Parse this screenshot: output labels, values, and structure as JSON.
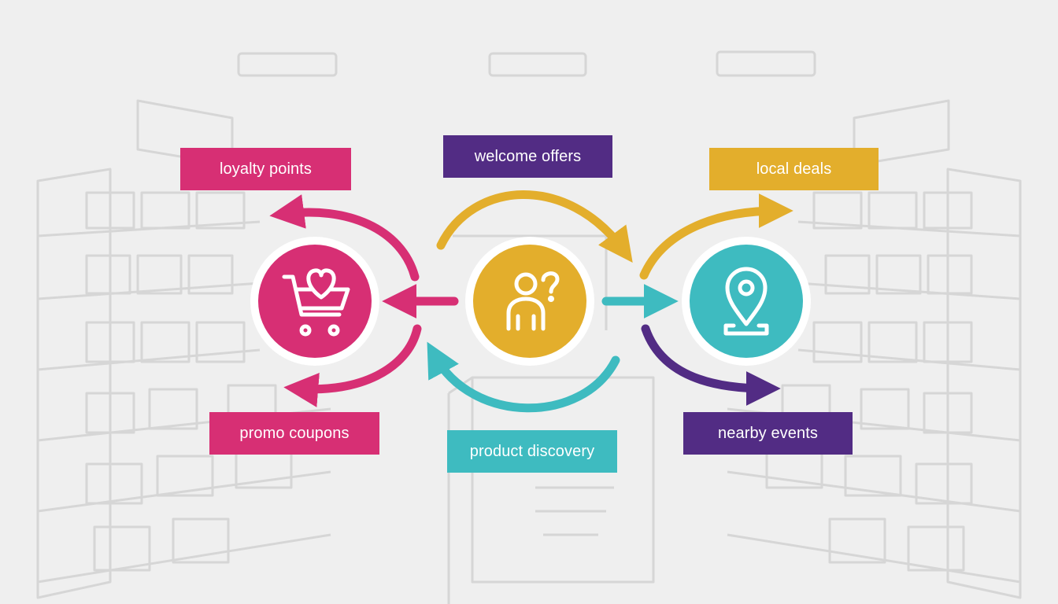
{
  "labels": {
    "loyalty_points": "loyalty points",
    "welcome_offers": "welcome offers",
    "local_deals": "local deals",
    "promo_coupons": "promo coupons",
    "product_discovery": "product discovery",
    "nearby_events": "nearby events"
  },
  "nodes": [
    {
      "id": "shopping",
      "icon": "cart-heart-icon",
      "color": "#d72f74"
    },
    {
      "id": "customer",
      "icon": "person-question-icon",
      "color": "#e3ae2c"
    },
    {
      "id": "location",
      "icon": "map-pin-icon",
      "color": "#3ebbc0"
    }
  ],
  "colors": {
    "background": "#efefef",
    "sketch_lines": "#d6d6d6",
    "magenta": "#d72f74",
    "purple": "#522c84",
    "gold": "#e3ae2c",
    "teal": "#3ebbc0"
  }
}
